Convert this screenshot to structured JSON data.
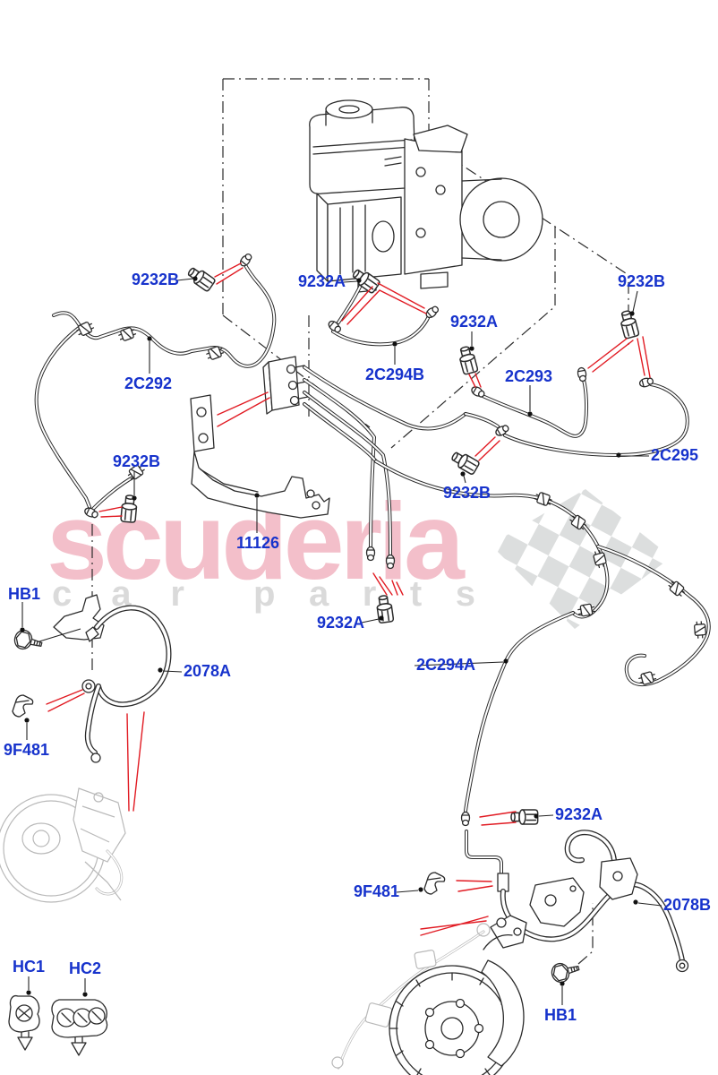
{
  "diagram": {
    "type": "parts-diagram",
    "subject": "front brake pipes and hoses exploded parts diagram",
    "colors": {
      "label": "#1733cc",
      "line_art": "#2b2b2b",
      "leader_red": "#e11b23",
      "watermark_pink": "#f3bfca",
      "watermark_gray": "#dadada",
      "ghost_gray": "#b9b9b9",
      "background": "#ffffff"
    },
    "watermark": {
      "primary": "scuderia",
      "secondary_left": "c a r",
      "secondary_right": "p a r t s"
    },
    "part_labels": [
      {
        "id": "9232b-top-left",
        "text": "9232B"
      },
      {
        "id": "9232a-top-1",
        "text": "9232A"
      },
      {
        "id": "9232a-top-2",
        "text": "9232A"
      },
      {
        "id": "9232b-top-right",
        "text": "9232B"
      },
      {
        "id": "2c292",
        "text": "2C292"
      },
      {
        "id": "2c294b",
        "text": "2C294B"
      },
      {
        "id": "2c293",
        "text": "2C293"
      },
      {
        "id": "2c295",
        "text": "2C295"
      },
      {
        "id": "9232b-mid",
        "text": "9232B"
      },
      {
        "id": "9232b-left",
        "text": "9232B"
      },
      {
        "id": "11126",
        "text": "11126"
      },
      {
        "id": "hb1-left",
        "text": "HB1"
      },
      {
        "id": "2078a",
        "text": "2078A"
      },
      {
        "id": "9f481-left",
        "text": "9F481"
      },
      {
        "id": "9232a-mid",
        "text": "9232A"
      },
      {
        "id": "2c294a",
        "text": "2C294A"
      },
      {
        "id": "9232a-low",
        "text": "9232A"
      },
      {
        "id": "9f481-right",
        "text": "9F481"
      },
      {
        "id": "2078b",
        "text": "2078B"
      },
      {
        "id": "hb1-bottom",
        "text": "HB1"
      },
      {
        "id": "hc1",
        "text": "HC1"
      },
      {
        "id": "hc2",
        "text": "HC2"
      }
    ]
  }
}
